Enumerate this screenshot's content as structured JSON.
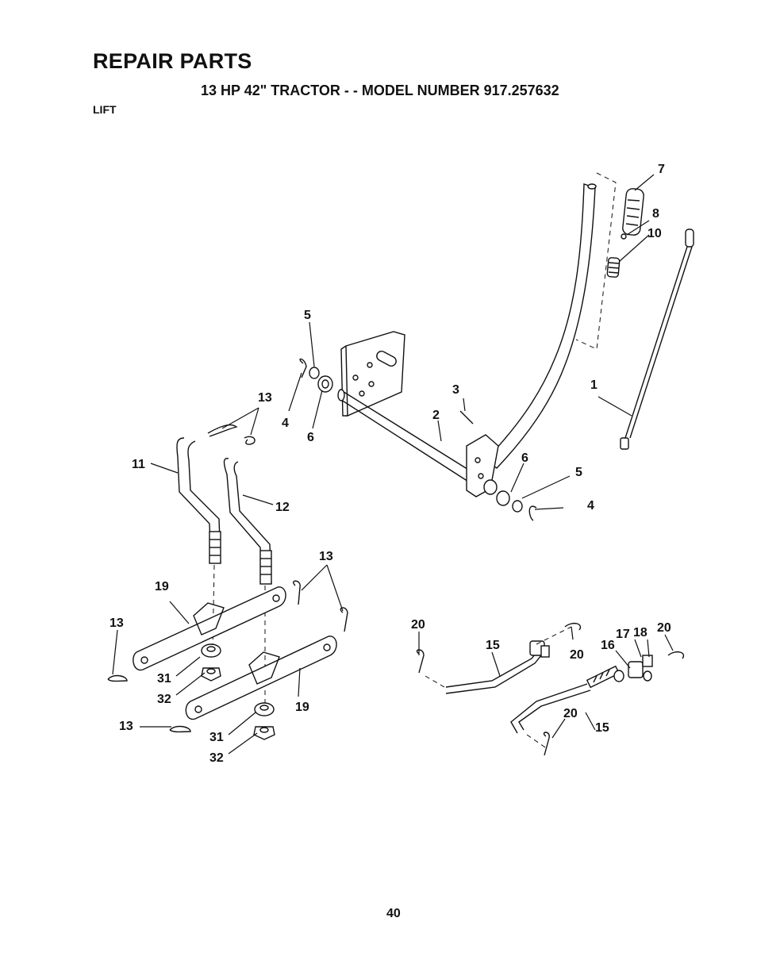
{
  "header": {
    "title": "REPAIR PARTS",
    "subtitle": "13 HP 42\" TRACTOR - - MODEL NUMBER 917.257632",
    "section": "LIFT"
  },
  "callouts": {
    "n1": "1",
    "n2": "2",
    "n3": "3",
    "n4a": "4",
    "n4b": "4",
    "n5a": "5",
    "n5b": "5",
    "n6a": "6",
    "n6b": "6",
    "n7": "7",
    "n8": "8",
    "n10": "10",
    "n11": "11",
    "n12": "12",
    "n13a": "13",
    "n13b": "13",
    "n13c": "13",
    "n13d": "13",
    "n15a": "15",
    "n15b": "15",
    "n16": "16",
    "n17": "17",
    "n18": "18",
    "n19a": "19",
    "n19b": "19",
    "n20a": "20",
    "n20b": "20",
    "n20c": "20",
    "n20d": "20",
    "n31a": "31",
    "n31b": "31",
    "n32a": "32",
    "n32b": "32"
  },
  "footer": {
    "page_number": "40"
  }
}
